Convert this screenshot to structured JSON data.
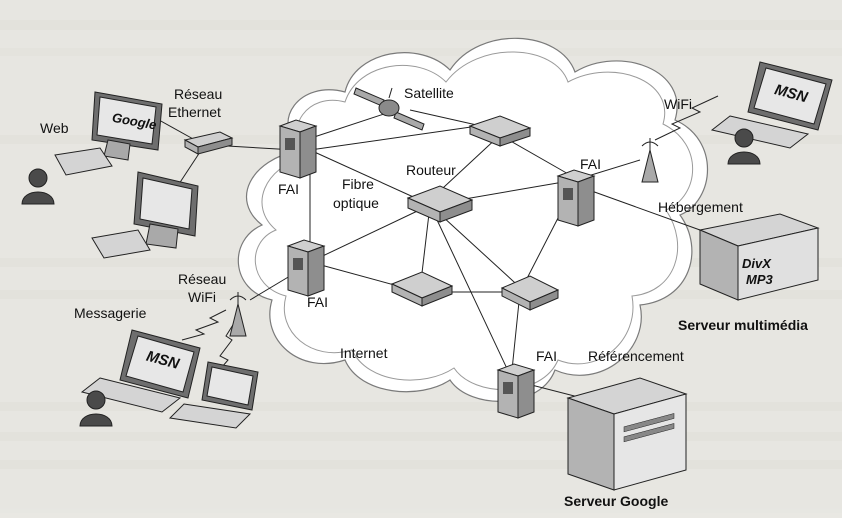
{
  "labels": {
    "web": "Web",
    "reseau_ethernet_1": "Réseau",
    "reseau_ethernet_2": "Ethernet",
    "satellite": "Satellite",
    "wifi_top": "WiFi",
    "fai_left_top": "FAI",
    "fai_right_top": "FAI",
    "fai_left_bottom": "FAI",
    "fai_bottom_right": "FAI",
    "routeur": "Routeur",
    "fibre_1": "Fibre",
    "fibre_2": "optique",
    "hebergement": "Hébergement",
    "reseau_wifi_1": "Réseau",
    "reseau_wifi_2": "WiFi",
    "messagerie": "Messagerie",
    "internet": "Internet",
    "referencement": "Référencement",
    "serveur_multimedia": "Serveur multimédia",
    "serveur_google": "Serveur Google"
  },
  "device_text": {
    "google_screen": "Google",
    "msn_top": "MSN",
    "msn_left": "MSN",
    "divx": "DivX",
    "mp3": "MP3"
  }
}
